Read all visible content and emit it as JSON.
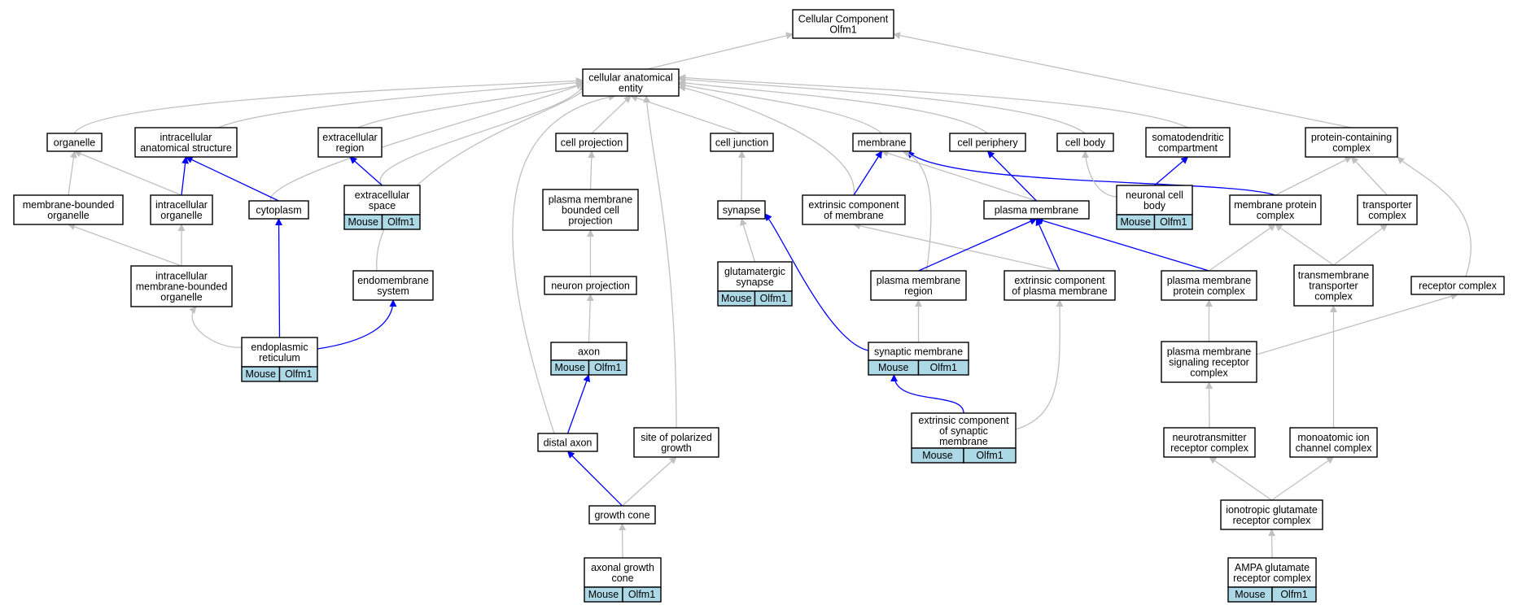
{
  "diagram": {
    "colors": {
      "is_a": "#c0c0c0",
      "part_of": "#0000ff",
      "annotated_fill": "#add8e6"
    },
    "nodes": [
      {
        "id": "root",
        "lines": [
          "Cellular Component",
          "Olfm1"
        ]
      },
      {
        "id": "cae",
        "lines": [
          "cellular anatomical",
          "entity"
        ]
      },
      {
        "id": "organelle",
        "lines": [
          "organelle"
        ]
      },
      {
        "id": "ias",
        "lines": [
          "intracellular",
          "anatomical structure"
        ]
      },
      {
        "id": "exreg",
        "lines": [
          "extracellular",
          "region"
        ]
      },
      {
        "id": "cellproj",
        "lines": [
          "cell projection"
        ]
      },
      {
        "id": "celljunc",
        "lines": [
          "cell junction"
        ]
      },
      {
        "id": "membrane",
        "lines": [
          "membrane"
        ]
      },
      {
        "id": "cellper",
        "lines": [
          "cell periphery"
        ]
      },
      {
        "id": "cellbody",
        "lines": [
          "cell body"
        ]
      },
      {
        "id": "somato",
        "lines": [
          "somatodendritic",
          "compartment"
        ]
      },
      {
        "id": "protcomp",
        "lines": [
          "protein-containing",
          "complex"
        ]
      },
      {
        "id": "mbo",
        "lines": [
          "membrane-bounded",
          "organelle"
        ]
      },
      {
        "id": "intorg",
        "lines": [
          "intracellular",
          "organelle"
        ]
      },
      {
        "id": "cytoplasm",
        "lines": [
          "cytoplasm"
        ]
      },
      {
        "id": "exspace",
        "lines": [
          "extracellular",
          "space"
        ],
        "tags": [
          "Mouse",
          "Olfm1"
        ]
      },
      {
        "id": "pmbcp",
        "lines": [
          "plasma membrane",
          "bounded cell",
          "projection"
        ]
      },
      {
        "id": "synapse",
        "lines": [
          "synapse"
        ]
      },
      {
        "id": "extmem",
        "lines": [
          "extrinsic component",
          "of membrane"
        ]
      },
      {
        "id": "plasmem",
        "lines": [
          "plasma membrane"
        ]
      },
      {
        "id": "ncb",
        "lines": [
          "neuronal cell",
          "body"
        ],
        "tags": [
          "Mouse",
          "Olfm1"
        ]
      },
      {
        "id": "memprot",
        "lines": [
          "membrane protein",
          "complex"
        ]
      },
      {
        "id": "transcomp",
        "lines": [
          "transporter",
          "complex"
        ]
      },
      {
        "id": "imbo",
        "lines": [
          "intracellular",
          "membrane-bounded",
          "organelle"
        ]
      },
      {
        "id": "endosys",
        "lines": [
          "endomembrane",
          "system"
        ]
      },
      {
        "id": "neuproj",
        "lines": [
          "neuron projection"
        ]
      },
      {
        "id": "glusyn",
        "lines": [
          "glutamatergic",
          "synapse"
        ],
        "tags": [
          "Mouse",
          "Olfm1"
        ]
      },
      {
        "id": "pmreg",
        "lines": [
          "plasma membrane",
          "region"
        ]
      },
      {
        "id": "extpm",
        "lines": [
          "extrinsic component",
          "of plasma membrane"
        ]
      },
      {
        "id": "pmprot",
        "lines": [
          "plasma membrane",
          "protein complex"
        ]
      },
      {
        "id": "tmtrans",
        "lines": [
          "transmembrane",
          "transporter",
          "complex"
        ]
      },
      {
        "id": "recomp",
        "lines": [
          "receptor complex"
        ]
      },
      {
        "id": "er",
        "lines": [
          "endoplasmic",
          "reticulum"
        ],
        "tags": [
          "Mouse",
          "Olfm1"
        ]
      },
      {
        "id": "axon",
        "lines": [
          "axon"
        ],
        "tags": [
          "Mouse",
          "Olfm1"
        ]
      },
      {
        "id": "synmem",
        "lines": [
          "synaptic membrane"
        ],
        "tags": [
          "Mouse",
          "Olfm1"
        ]
      },
      {
        "id": "pmsrc",
        "lines": [
          "plasma membrane",
          "signaling receptor",
          "complex"
        ]
      },
      {
        "id": "extsyn",
        "lines": [
          "extrinsic component",
          "of synaptic",
          "membrane"
        ],
        "tags": [
          "Mouse",
          "Olfm1"
        ]
      },
      {
        "id": "distax",
        "lines": [
          "distal axon"
        ]
      },
      {
        "id": "spg",
        "lines": [
          "site of polarized",
          "growth"
        ]
      },
      {
        "id": "ntrc",
        "lines": [
          "neurotransmitter",
          "receptor complex"
        ]
      },
      {
        "id": "mic",
        "lines": [
          "monoatomic ion",
          "channel complex"
        ]
      },
      {
        "id": "growthcone",
        "lines": [
          "growth cone"
        ]
      },
      {
        "id": "igrc",
        "lines": [
          "ionotropic glutamate",
          "receptor complex"
        ]
      },
      {
        "id": "agc",
        "lines": [
          "axonal growth",
          "cone"
        ],
        "tags": [
          "Mouse",
          "Olfm1"
        ]
      },
      {
        "id": "ampa",
        "lines": [
          "AMPA glutamate",
          "receptor complex"
        ],
        "tags": [
          "Mouse",
          "Olfm1"
        ]
      }
    ],
    "edges": [
      {
        "from": "cae",
        "to": "root",
        "rel": "is_a"
      },
      {
        "from": "protcomp",
        "to": "root",
        "rel": "is_a"
      },
      {
        "from": "organelle",
        "to": "cae",
        "rel": "is_a"
      },
      {
        "from": "ias",
        "to": "cae",
        "rel": "is_a"
      },
      {
        "from": "exreg",
        "to": "cae",
        "rel": "is_a"
      },
      {
        "from": "cellproj",
        "to": "cae",
        "rel": "is_a"
      },
      {
        "from": "celljunc",
        "to": "cae",
        "rel": "is_a"
      },
      {
        "from": "membrane",
        "to": "cae",
        "rel": "is_a"
      },
      {
        "from": "cellper",
        "to": "cae",
        "rel": "is_a"
      },
      {
        "from": "cellbody",
        "to": "cae",
        "rel": "is_a"
      },
      {
        "from": "somato",
        "to": "cae",
        "rel": "is_a"
      },
      {
        "from": "cytoplasm",
        "to": "cae",
        "rel": "is_a"
      },
      {
        "from": "exspace",
        "to": "cae",
        "rel": "is_a"
      },
      {
        "from": "extmem",
        "to": "cae",
        "rel": "is_a"
      },
      {
        "from": "endosys",
        "to": "cae",
        "rel": "is_a"
      },
      {
        "from": "distax",
        "to": "cae",
        "rel": "is_a"
      },
      {
        "from": "spg",
        "to": "cae",
        "rel": "is_a"
      },
      {
        "from": "mbo",
        "to": "organelle",
        "rel": "is_a"
      },
      {
        "from": "intorg",
        "to": "organelle",
        "rel": "is_a"
      },
      {
        "from": "intorg",
        "to": "ias",
        "rel": "part_of"
      },
      {
        "from": "cytoplasm",
        "to": "ias",
        "rel": "part_of"
      },
      {
        "from": "exspace",
        "to": "exreg",
        "rel": "part_of"
      },
      {
        "from": "pmbcp",
        "to": "cellproj",
        "rel": "is_a"
      },
      {
        "from": "synapse",
        "to": "celljunc",
        "rel": "is_a"
      },
      {
        "from": "extmem",
        "to": "membrane",
        "rel": "part_of"
      },
      {
        "from": "plasmem",
        "to": "membrane",
        "rel": "is_a"
      },
      {
        "from": "memprot",
        "to": "membrane",
        "rel": "part_of"
      },
      {
        "from": "pmreg",
        "to": "membrane",
        "rel": "is_a"
      },
      {
        "from": "plasmem",
        "to": "cellper",
        "rel": "part_of"
      },
      {
        "from": "ncb",
        "to": "cellbody",
        "rel": "is_a"
      },
      {
        "from": "ncb",
        "to": "somato",
        "rel": "part_of"
      },
      {
        "from": "memprot",
        "to": "protcomp",
        "rel": "is_a"
      },
      {
        "from": "transcomp",
        "to": "protcomp",
        "rel": "is_a"
      },
      {
        "from": "recomp",
        "to": "protcomp",
        "rel": "is_a"
      },
      {
        "from": "imbo",
        "to": "mbo",
        "rel": "is_a"
      },
      {
        "from": "imbo",
        "to": "intorg",
        "rel": "is_a"
      },
      {
        "from": "er",
        "to": "imbo",
        "rel": "is_a"
      },
      {
        "from": "er",
        "to": "cytoplasm",
        "rel": "part_of"
      },
      {
        "from": "er",
        "to": "endosys",
        "rel": "part_of"
      },
      {
        "from": "neuproj",
        "to": "pmbcp",
        "rel": "is_a"
      },
      {
        "from": "axon",
        "to": "neuproj",
        "rel": "is_a"
      },
      {
        "from": "glusyn",
        "to": "synapse",
        "rel": "is_a"
      },
      {
        "from": "synmem",
        "to": "synapse",
        "rel": "part_of"
      },
      {
        "from": "extpm",
        "to": "extmem",
        "rel": "is_a"
      },
      {
        "from": "pmreg",
        "to": "plasmem",
        "rel": "part_of"
      },
      {
        "from": "extpm",
        "to": "plasmem",
        "rel": "part_of"
      },
      {
        "from": "pmprot",
        "to": "plasmem",
        "rel": "part_of"
      },
      {
        "from": "pmprot",
        "to": "memprot",
        "rel": "is_a"
      },
      {
        "from": "tmtrans",
        "to": "memprot",
        "rel": "is_a"
      },
      {
        "from": "tmtrans",
        "to": "transcomp",
        "rel": "is_a"
      },
      {
        "from": "synmem",
        "to": "pmreg",
        "rel": "is_a"
      },
      {
        "from": "extsyn",
        "to": "synmem",
        "rel": "part_of"
      },
      {
        "from": "extsyn",
        "to": "extpm",
        "rel": "is_a"
      },
      {
        "from": "pmsrc",
        "to": "pmprot",
        "rel": "is_a"
      },
      {
        "from": "pmsrc",
        "to": "recomp",
        "rel": "is_a"
      },
      {
        "from": "distax",
        "to": "axon",
        "rel": "part_of"
      },
      {
        "from": "growthcone",
        "to": "distax",
        "rel": "part_of"
      },
      {
        "from": "growthcone",
        "to": "spg",
        "rel": "is_a"
      },
      {
        "from": "agc",
        "to": "growthcone",
        "rel": "is_a"
      },
      {
        "from": "ntrc",
        "to": "pmsrc",
        "rel": "is_a"
      },
      {
        "from": "mic",
        "to": "tmtrans",
        "rel": "is_a"
      },
      {
        "from": "igrc",
        "to": "ntrc",
        "rel": "is_a"
      },
      {
        "from": "igrc",
        "to": "mic",
        "rel": "is_a"
      },
      {
        "from": "ampa",
        "to": "igrc",
        "rel": "is_a"
      }
    ]
  }
}
